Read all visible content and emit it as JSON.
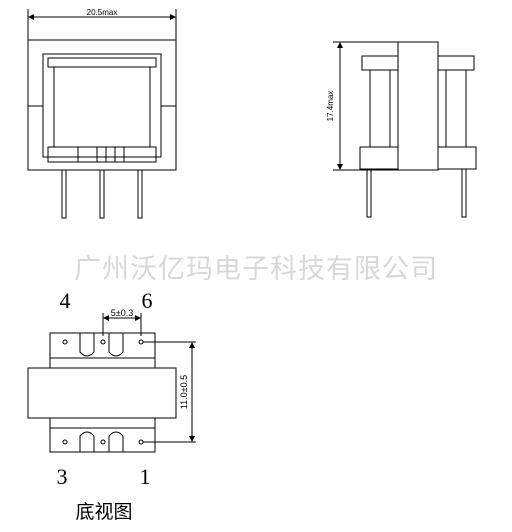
{
  "front_view": {
    "width_label": "20.5max"
  },
  "side_view": {
    "height_label": "17.4max"
  },
  "watermark": "广州沃亿玛电子科技有限公司",
  "bottom_view": {
    "pin_labels": {
      "p4": "4",
      "p6": "6",
      "p3": "3",
      "p1": "1"
    },
    "pitch_label": "5±0.3",
    "row_spacing_label": "11.0±0.5",
    "caption": "底视图"
  },
  "colors": {
    "line": "#000000",
    "watermark": "#d8d8d8",
    "background": "#ffffff"
  }
}
